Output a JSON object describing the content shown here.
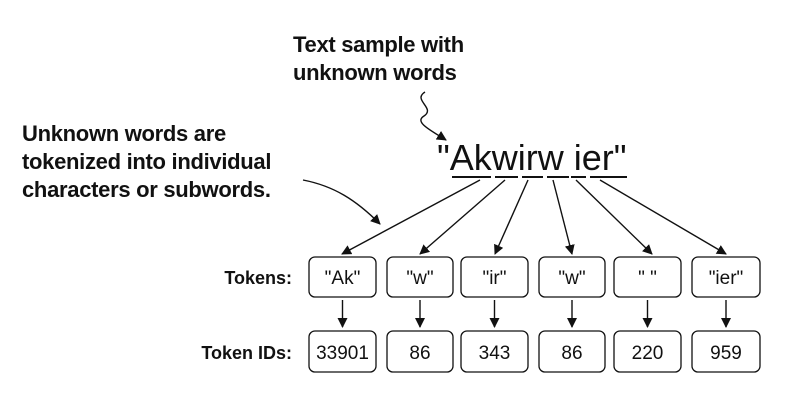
{
  "annotations": {
    "text_sample_lines": [
      "Text sample with",
      "unknown words"
    ],
    "unknown_words_lines": [
      "Unknown words are",
      "tokenized into individual",
      "characters or subwords."
    ]
  },
  "sample_text": "\"Akwirw ier\"",
  "rows": {
    "tokens_label": "Tokens:",
    "token_ids_label": "Token IDs:"
  },
  "tokens": [
    "\"Ak\"",
    "\"w\"",
    "\"ir\"",
    "\"w\"",
    "\" \"",
    "\"ier\""
  ],
  "token_ids": [
    "33901",
    "86",
    "343",
    "86",
    "220",
    "959"
  ]
}
